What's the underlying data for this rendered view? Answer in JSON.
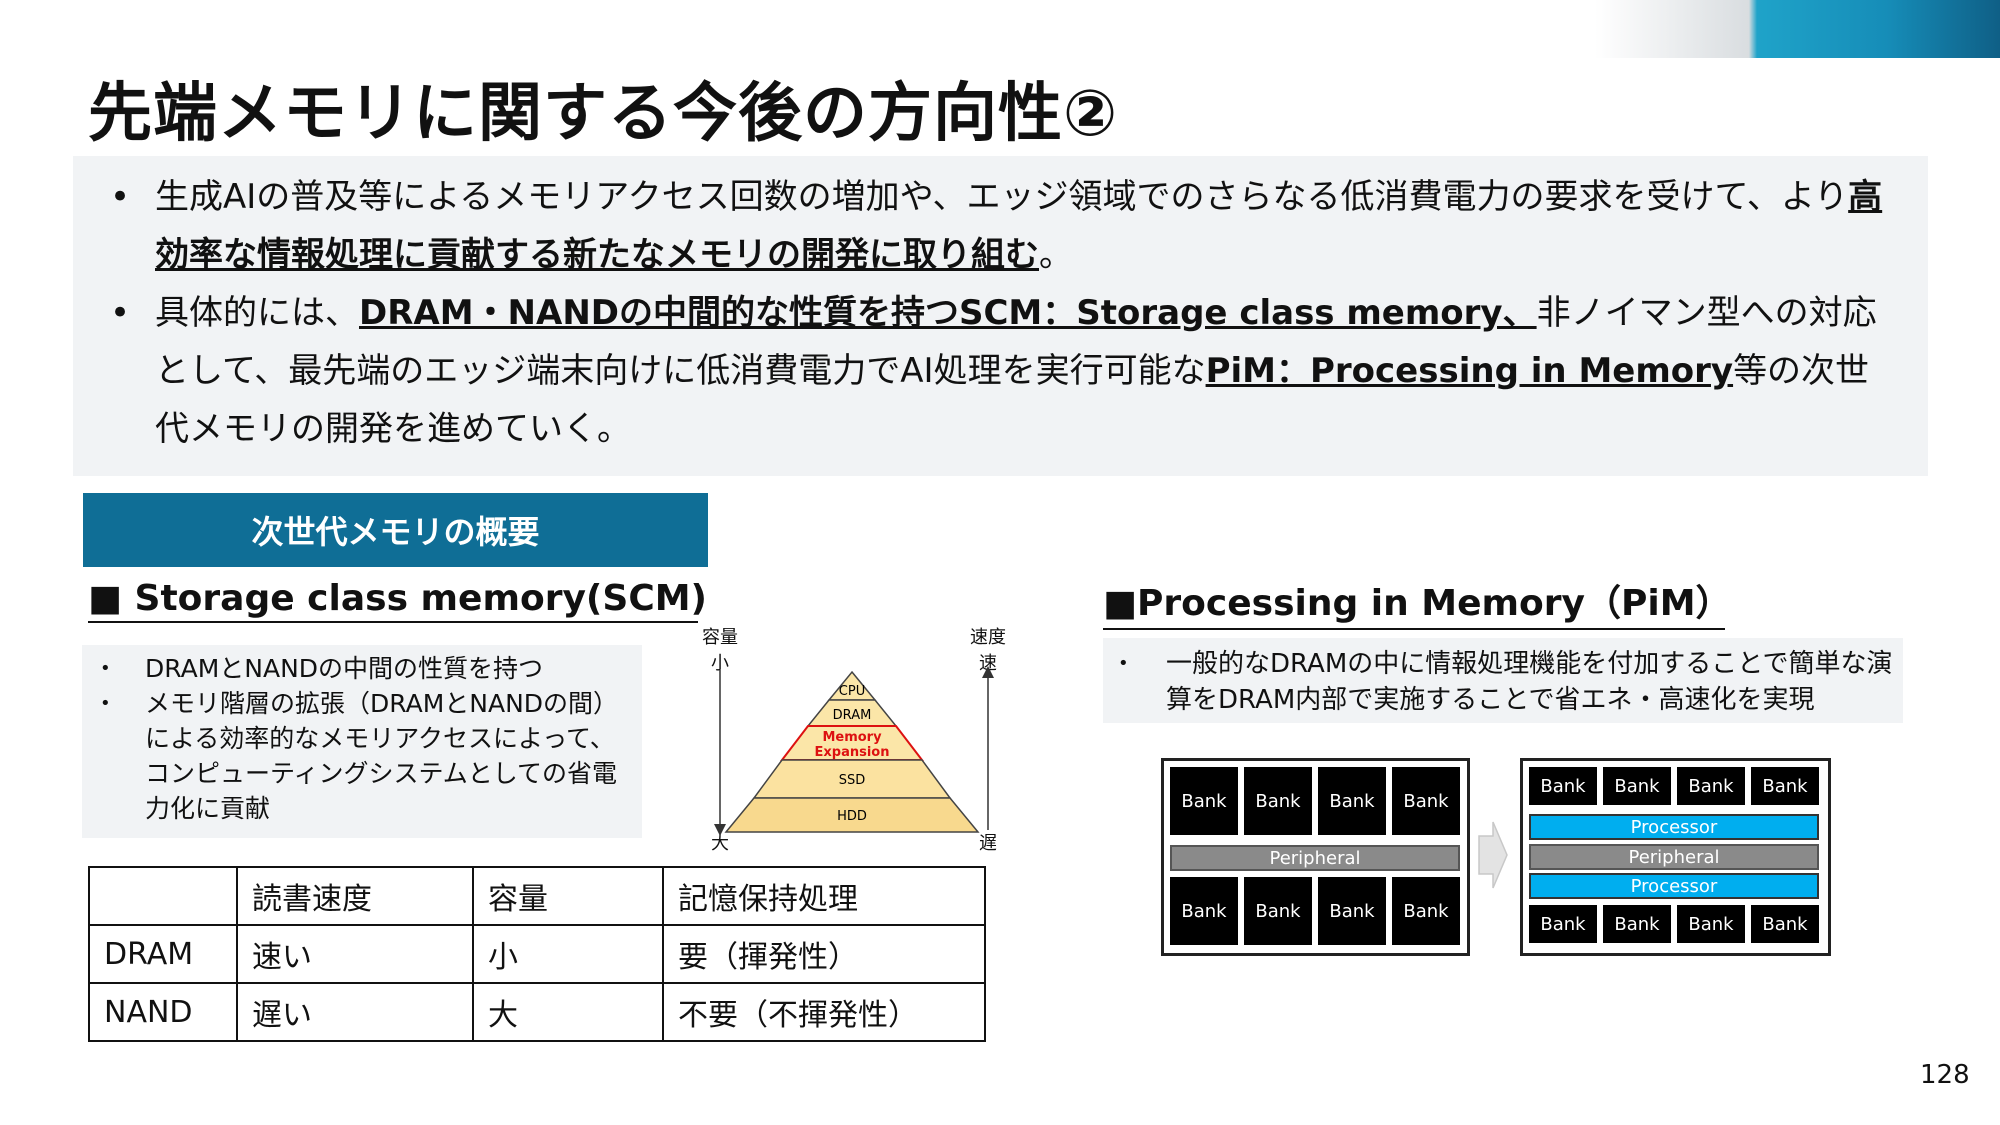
{
  "title": "先端メモリに関する今後の方向性②",
  "summary": {
    "b1_part1": "生成AIの普及等によるメモリアクセス回数の増加や、エッジ領域でのさらなる低消費電力の要求を受けて、より",
    "b1_em": "高効率な情報処理に貢献する新たなメモリの開発に取り組む",
    "b1_end": "。",
    "b2_part1": "具体的には、",
    "b2_em1": "DRAM・NANDの中間的な性質を持つSCM：Storage class memory、",
    "b2_part2": "非ノイマン型への対応として、最先端のエッジ端末向けに低消費電力でAI処理を実行可能な",
    "b2_em2": "PiM：Processing in Memory",
    "b2_end": "等の次世代メモリの開発を進めていく。"
  },
  "section_title": "次世代メモリの概要",
  "scm": {
    "heading": "■ Storage class memory(SCM)",
    "bullets": [
      "DRAMとNANDの中間の性質を持つ",
      "メモリ階層の拡張（DRAMとNANDの間）による効率的なメモリアクセスによって、コンピューティングシステムとしての省電力化に貢献"
    ],
    "pyramid": {
      "left_top": "容量",
      "left_small": "小",
      "left_large": "大",
      "right_top": "速度",
      "right_fast": "速",
      "right_slow": "遅",
      "levels": [
        "CPU",
        "DRAM",
        "Memory",
        "Expansion",
        "SSD",
        "HDD"
      ]
    },
    "table": {
      "header": [
        "",
        "読書速度",
        "容量",
        "記憶保持処理"
      ],
      "rows": [
        [
          "DRAM",
          "速い",
          "小",
          "要（揮発性）"
        ],
        [
          "NAND",
          "遅い",
          "大",
          "不要（不揮発性）"
        ]
      ]
    }
  },
  "pim": {
    "heading": "■Processing in Memory（PiM）",
    "bullet": "一般的なDRAMの中に情報処理機能を付加することで簡単な演算をDRAM内部で実施することで省エネ・高速化を実現",
    "bank_label": "Bank",
    "peripheral_label": "Peripheral",
    "processor_label": "Processor"
  },
  "page_number": "128"
}
